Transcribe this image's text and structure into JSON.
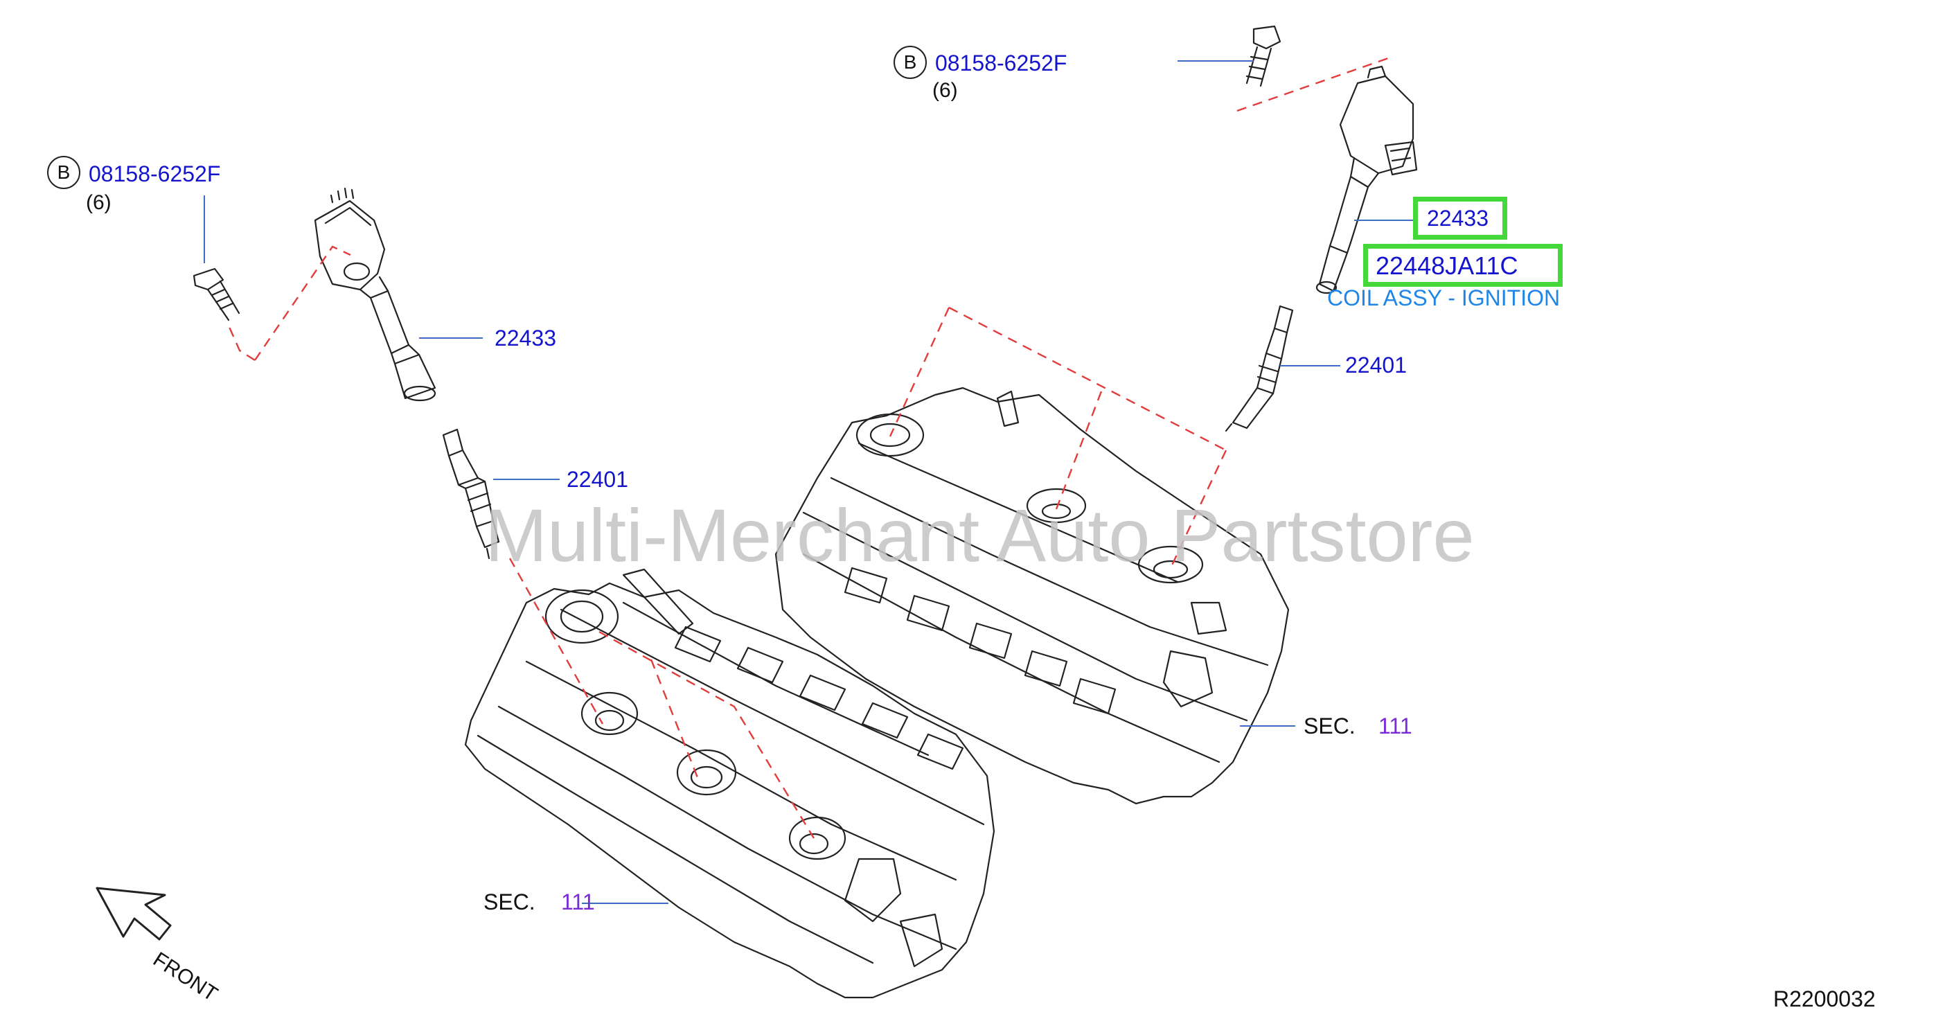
{
  "watermark": "Multi-Merchant Auto Partstore",
  "diagram_code": "R2200032",
  "front_label": "FRONT",
  "callouts": {
    "left_bolt_badge": "B",
    "left_bolt_part": "08158-6252F",
    "left_bolt_qty": "(6)",
    "right_bolt_badge": "B",
    "right_bolt_part": "08158-6252F",
    "right_bolt_qty": "(6)",
    "left_coil": "22433",
    "left_plug": "22401",
    "right_coil": "22433",
    "right_coil_assy": "22448JA11C",
    "right_coil_desc": "COIL ASSY - IGNITION",
    "right_plug": "22401",
    "sec_left_prefix": "SEC.",
    "sec_left_num": "111",
    "sec_right_prefix": "SEC.",
    "sec_right_num": "111"
  },
  "colors": {
    "callout_blue": "#1414cc",
    "section_purple": "#7a2ad6",
    "highlight_green": "#44d83a",
    "description_blue": "#1f86e6",
    "leader_line": "#3a6fc4",
    "dashed_red": "#e23c3c"
  }
}
